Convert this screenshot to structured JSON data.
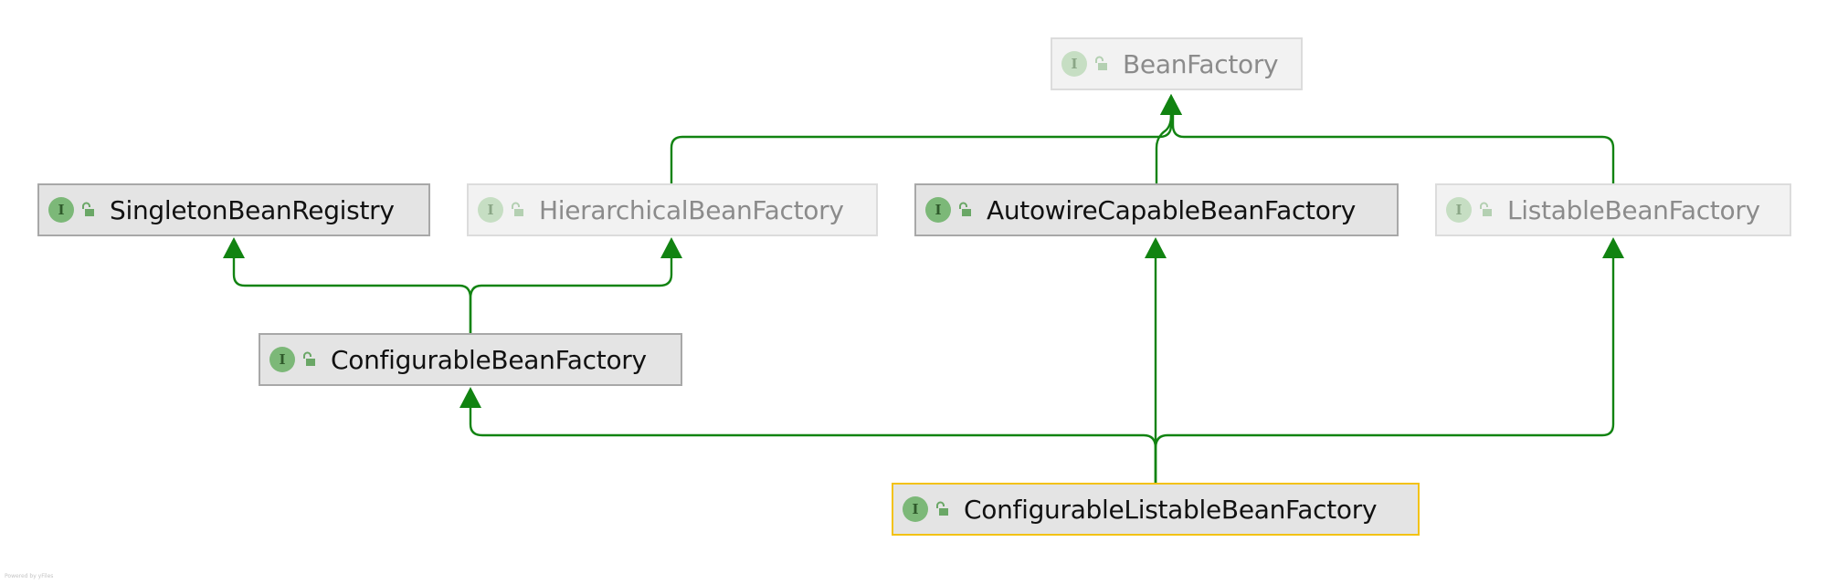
{
  "diagram": {
    "type": "uml-class-hierarchy",
    "edge_color": "#118311",
    "nodes": [
      {
        "id": "bean_factory",
        "name": "BeanFactory",
        "kind": "interface",
        "faded": true,
        "selected": false
      },
      {
        "id": "singleton_bean_registry",
        "name": "SingletonBeanRegistry",
        "kind": "interface",
        "faded": false,
        "selected": false
      },
      {
        "id": "hierarchical_bean_factory",
        "name": "HierarchicalBeanFactory",
        "kind": "interface",
        "faded": true,
        "selected": false
      },
      {
        "id": "autowire_capable_bean_factory",
        "name": "AutowireCapableBeanFactory",
        "kind": "interface",
        "faded": false,
        "selected": false
      },
      {
        "id": "listable_bean_factory",
        "name": "ListableBeanFactory",
        "kind": "interface",
        "faded": true,
        "selected": false
      },
      {
        "id": "configurable_bean_factory",
        "name": "ConfigurableBeanFactory",
        "kind": "interface",
        "faded": false,
        "selected": false
      },
      {
        "id": "configurable_listable_bean_factory",
        "name": "ConfigurableListableBeanFactory",
        "kind": "interface",
        "faded": false,
        "selected": true
      }
    ],
    "edges": [
      {
        "from": "hierarchical_bean_factory",
        "to": "bean_factory",
        "relation": "extends"
      },
      {
        "from": "autowire_capable_bean_factory",
        "to": "bean_factory",
        "relation": "extends"
      },
      {
        "from": "listable_bean_factory",
        "to": "bean_factory",
        "relation": "extends"
      },
      {
        "from": "configurable_bean_factory",
        "to": "singleton_bean_registry",
        "relation": "extends"
      },
      {
        "from": "configurable_bean_factory",
        "to": "hierarchical_bean_factory",
        "relation": "extends"
      },
      {
        "from": "configurable_listable_bean_factory",
        "to": "configurable_bean_factory",
        "relation": "extends"
      },
      {
        "from": "configurable_listable_bean_factory",
        "to": "autowire_capable_bean_factory",
        "relation": "extends"
      },
      {
        "from": "configurable_listable_bean_factory",
        "to": "listable_bean_factory",
        "relation": "extends"
      }
    ],
    "interface_badge": "I",
    "watermark": "Powered by yFiles"
  }
}
